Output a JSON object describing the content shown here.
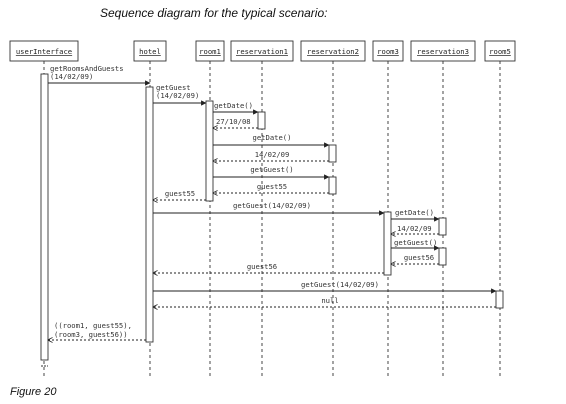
{
  "title": "Sequence diagram for the typical scenario:",
  "figure_label": "Figure 20",
  "lifelines": [
    {
      "id": "userInterface",
      "label": "userInterface"
    },
    {
      "id": "hotel",
      "label": "hotel"
    },
    {
      "id": "room1",
      "label": "room1"
    },
    {
      "id": "reservation1",
      "label": "reservation1"
    },
    {
      "id": "reservation2",
      "label": "reservation2"
    },
    {
      "id": "room3",
      "label": "room3"
    },
    {
      "id": "reservation3",
      "label": "reservation3"
    },
    {
      "id": "room5",
      "label": "room5"
    }
  ],
  "messages": [
    {
      "from": "userInterface",
      "to": "hotel",
      "kind": "call",
      "lines": [
        "getRoomsAndGuests",
        "(14/02/09)"
      ]
    },
    {
      "from": "hotel",
      "to": "room1",
      "kind": "call",
      "lines": [
        "getGuest",
        "(14/02/09)"
      ]
    },
    {
      "from": "room1",
      "to": "reservation1",
      "kind": "call",
      "lines": [
        "getDate()"
      ]
    },
    {
      "from": "reservation1",
      "to": "room1",
      "kind": "return",
      "lines": [
        "27/10/08"
      ]
    },
    {
      "from": "room1",
      "to": "reservation2",
      "kind": "call",
      "lines": [
        "getDate()"
      ]
    },
    {
      "from": "reservation2",
      "to": "room1",
      "kind": "return",
      "lines": [
        "14/02/09"
      ]
    },
    {
      "from": "room1",
      "to": "reservation2",
      "kind": "call",
      "lines": [
        "getGuest()"
      ]
    },
    {
      "from": "reservation2",
      "to": "room1",
      "kind": "return",
      "lines": [
        "guest55"
      ]
    },
    {
      "from": "room1",
      "to": "hotel",
      "kind": "return",
      "lines": [
        "guest55"
      ]
    },
    {
      "from": "hotel",
      "to": "room3",
      "kind": "call",
      "lines": [
        "getGuest(14/02/09)"
      ]
    },
    {
      "from": "room3",
      "to": "reservation3",
      "kind": "call",
      "lines": [
        "getDate()"
      ]
    },
    {
      "from": "reservation3",
      "to": "room3",
      "kind": "return",
      "lines": [
        "14/02/09"
      ]
    },
    {
      "from": "room3",
      "to": "reservation3",
      "kind": "call",
      "lines": [
        "getGuest()"
      ]
    },
    {
      "from": "reservation3",
      "to": "room3",
      "kind": "return",
      "lines": [
        "guest56"
      ]
    },
    {
      "from": "room3",
      "to": "hotel",
      "kind": "return",
      "lines": [
        "guest56"
      ]
    },
    {
      "from": "hotel",
      "to": "room5",
      "kind": "call",
      "lines": [
        "getGuest(14/02/09)"
      ]
    },
    {
      "from": "room5",
      "to": "hotel",
      "kind": "return",
      "lines": [
        "null"
      ]
    },
    {
      "from": "hotel",
      "to": "userInterface",
      "kind": "return",
      "lines": [
        "((room1, guest55),",
        "(room3, guest56))"
      ]
    }
  ]
}
